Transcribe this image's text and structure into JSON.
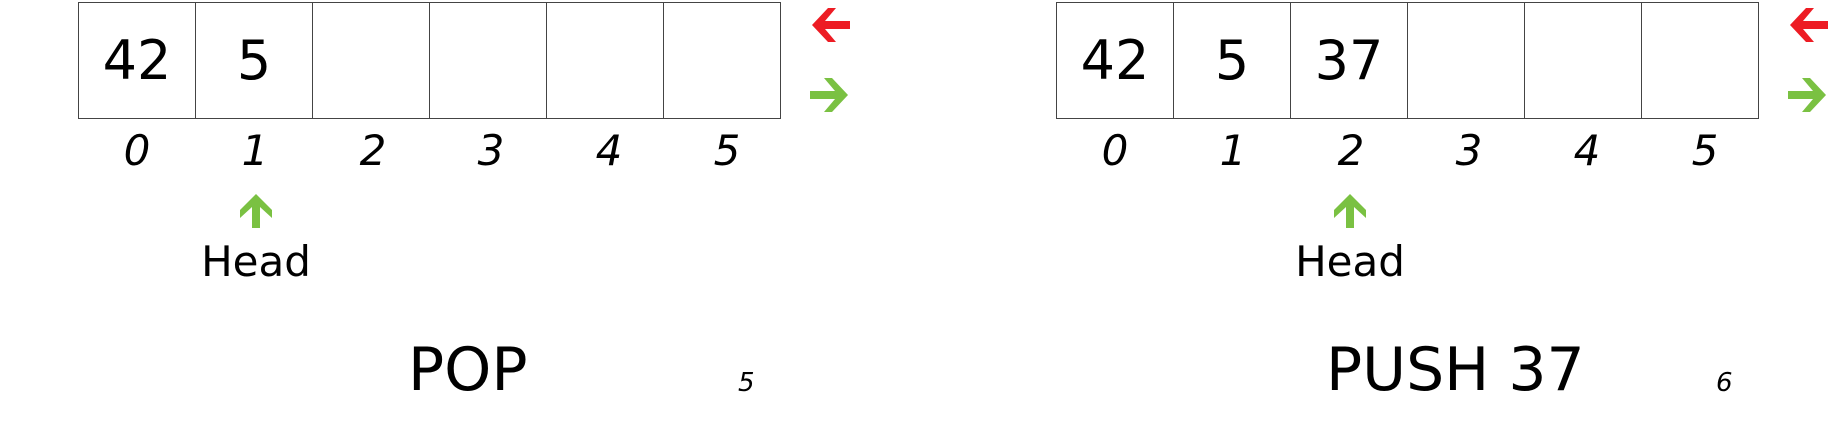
{
  "panels": [
    {
      "cells": [
        "42",
        "5",
        "",
        "",
        "",
        ""
      ],
      "indices": [
        "0",
        "1",
        "2",
        "3",
        "4",
        "5"
      ],
      "head_index": 1,
      "head_label": "Head",
      "operation": "POP",
      "page_number": "5"
    },
    {
      "cells": [
        "42",
        "5",
        "37",
        "",
        "",
        ""
      ],
      "indices": [
        "0",
        "1",
        "2",
        "3",
        "4",
        "5"
      ],
      "head_index": 2,
      "head_label": "Head",
      "operation": "PUSH 37",
      "page_number": "6"
    }
  ],
  "icons": {
    "pop_arrow": "left-arrow-icon",
    "push_arrow": "right-arrow-icon",
    "head_pointer": "up-arrow-icon"
  },
  "colors": {
    "pop_arrow": "#ed1c24",
    "push_arrow": "#7ac142",
    "head_arrow": "#7ac142",
    "cell_border": "#444444"
  }
}
